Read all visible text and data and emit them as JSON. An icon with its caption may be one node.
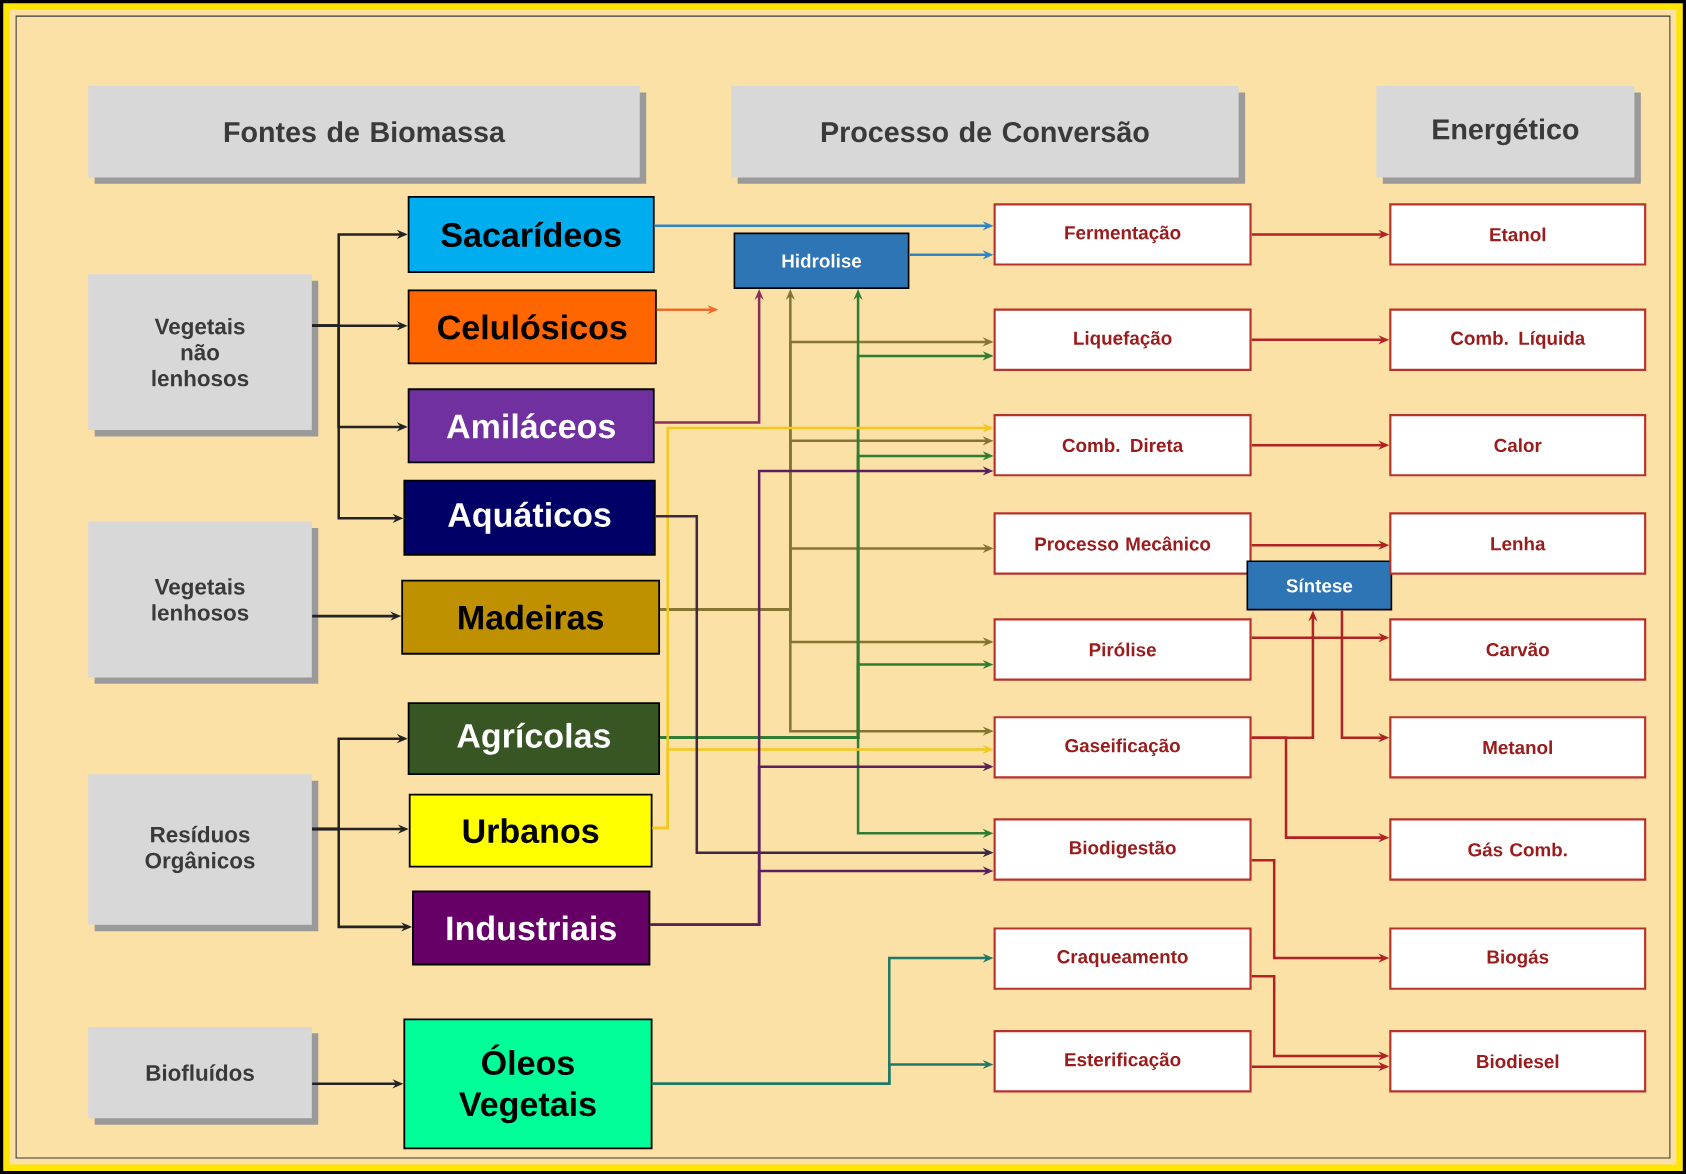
{
  "diagram": {
    "nodes": [
      {
        "text": [
          "Fontes de Biomassa"
        ]
      },
      {
        "text": [
          "Processo de Conversão"
        ]
      },
      {
        "text": [
          "Energético"
        ]
      },
      {
        "text": [
          "Vegetais não lenhosos"
        ]
      },
      {
        "text": [
          "Vegetais lenhosos"
        ]
      },
      {
        "text": [
          "Resíduos Orgânicos"
        ]
      },
      {
        "text": [
          "Biofluídos"
        ]
      },
      {
        "text": [
          "Sacarídeos"
        ]
      },
      {
        "text": [
          "Celulósicos"
        ]
      },
      {
        "text": [
          "Amiláceos"
        ]
      },
      {
        "text": [
          "Aquáticos"
        ]
      },
      {
        "text": [
          "Madeiras"
        ]
      },
      {
        "text": [
          "Agrícolas"
        ]
      },
      {
        "text": [
          "Urbanos"
        ]
      },
      {
        "text": [
          "Industriais"
        ]
      },
      {
        "text": [
          "Óleos Vegetais"
        ]
      },
      {
        "text": [
          "Hidrolise"
        ]
      },
      {
        "text": [
          "Fermentação"
        ]
      },
      {
        "text": [
          "Liquefação"
        ]
      },
      {
        "text": [
          "Comb. Direta"
        ]
      },
      {
        "text": [
          "Processo Mecânico"
        ]
      },
      {
        "text": [
          "Pirólise"
        ]
      },
      {
        "text": [
          "Gaseificação"
        ]
      },
      {
        "text": [
          "Biodigestão"
        ]
      },
      {
        "text": [
          "Craqueamento"
        ]
      },
      {
        "text": [
          "Esterificação"
        ]
      },
      {
        "text": [
          "Síntese"
        ]
      },
      {
        "text": [
          "Etanol"
        ]
      },
      {
        "text": [
          "Comb. Líquida"
        ]
      },
      {
        "text": [
          "Calor"
        ]
      },
      {
        "text": [
          "Lenha"
        ]
      },
      {
        "text": [
          "Carvão"
        ]
      },
      {
        "text": [
          "Metanol"
        ]
      },
      {
        "text": [
          "Gás Comb."
        ]
      },
      {
        "text": [
          "Biogás"
        ]
      },
      {
        "text": [
          "Biodiesel"
        ]
      }
    ],
    "edges": [
      {
        "from": 3,
        "to": 7,
        "arrow": "to",
        "color": "#222222"
      },
      {
        "from": 3,
        "to": 8,
        "arrow": "to",
        "color": "#222222"
      },
      {
        "from": 3,
        "to": 9,
        "arrow": "to",
        "color": "#222222"
      },
      {
        "from": 3,
        "to": 10,
        "arrow": "to",
        "color": "#222222"
      },
      {
        "from": 4,
        "to": 11,
        "arrow": "to",
        "color": "#222222"
      },
      {
        "from": 5,
        "to": 12,
        "arrow": "to",
        "color": "#222222"
      },
      {
        "from": 5,
        "to": 13,
        "arrow": "to",
        "color": "#222222"
      },
      {
        "from": 5,
        "to": 14,
        "arrow": "to",
        "color": "#222222"
      },
      {
        "from": 6,
        "to": 15,
        "arrow": "to",
        "color": "#222222"
      },
      {
        "from": 7,
        "to": 17,
        "arrow": "to",
        "color": "#2e86c8"
      },
      {
        "from": 16,
        "to": 17,
        "arrow": "to",
        "color": "#2e86c8"
      },
      {
        "from": 8,
        "to": null,
        "arrow": "to",
        "color": "#ee6a2a"
      },
      {
        "from": 9,
        "to": 16,
        "arrow": "to",
        "color": "#8a2e5a"
      },
      {
        "from": 11,
        "to": 16,
        "arrow": "to",
        "color": "#857532"
      },
      {
        "from": 11,
        "to": 18,
        "arrow": "to",
        "color": "#857532"
      },
      {
        "from": 11,
        "to": 19,
        "arrow": "to",
        "color": "#857532"
      },
      {
        "from": 11,
        "to": 20,
        "arrow": "to",
        "color": "#857532"
      },
      {
        "from": 11,
        "to": 21,
        "arrow": "to",
        "color": "#857532"
      },
      {
        "from": 11,
        "to": 22,
        "arrow": "to",
        "color": "#857532"
      },
      {
        "from": 12,
        "to": 16,
        "arrow": "to",
        "color": "#2f7d32"
      },
      {
        "from": 12,
        "to": 18,
        "arrow": "to",
        "color": "#2f7d32"
      },
      {
        "from": 12,
        "to": 19,
        "arrow": "to",
        "color": "#2f7d32"
      },
      {
        "from": 12,
        "to": 21,
        "arrow": "to",
        "color": "#2f7d32"
      },
      {
        "from": 12,
        "to": 23,
        "arrow": "to",
        "color": "#2f7d32"
      },
      {
        "from": 13,
        "to": 19,
        "arrow": "to",
        "color": "#f2c81e"
      },
      {
        "from": 13,
        "to": 22,
        "arrow": "to",
        "color": "#f2c81e"
      },
      {
        "from": 10,
        "to": 23,
        "arrow": "to",
        "color": "#3d2848"
      },
      {
        "from": 14,
        "to": 19,
        "arrow": "to",
        "color": "#5e1f5e"
      },
      {
        "from": 14,
        "to": 22,
        "arrow": "to",
        "color": "#5e1f5e"
      },
      {
        "from": 14,
        "to": 23,
        "arrow": "to",
        "color": "#5e1f5e"
      },
      {
        "from": 15,
        "to": 24,
        "arrow": "to",
        "color": "#1f7868"
      },
      {
        "from": 15,
        "to": 25,
        "arrow": "to",
        "color": "#1f7868"
      },
      {
        "from": 17,
        "to": 27,
        "arrow": "to",
        "color": "#b22222"
      },
      {
        "from": 18,
        "to": 28,
        "arrow": "to",
        "color": "#b22222"
      },
      {
        "from": 19,
        "to": 29,
        "arrow": "to",
        "color": "#b22222"
      },
      {
        "from": 20,
        "to": 30,
        "arrow": "to",
        "color": "#b22222"
      },
      {
        "from": 21,
        "to": 31,
        "arrow": "to",
        "color": "#b22222"
      },
      {
        "from": 22,
        "to": 26,
        "arrow": "to",
        "color": "#b22222"
      },
      {
        "from": 26,
        "to": 32,
        "arrow": "to",
        "color": "#b22222"
      },
      {
        "from": 22,
        "to": 33,
        "arrow": "to",
        "color": "#b22222"
      },
      {
        "from": 23,
        "to": 34,
        "arrow": "to",
        "color": "#b22222"
      },
      {
        "from": 24,
        "to": 35,
        "arrow": "to",
        "color": "#b22222"
      },
      {
        "from": 25,
        "to": 35,
        "arrow": "to",
        "color": "#b22222"
      }
    ]
  }
}
